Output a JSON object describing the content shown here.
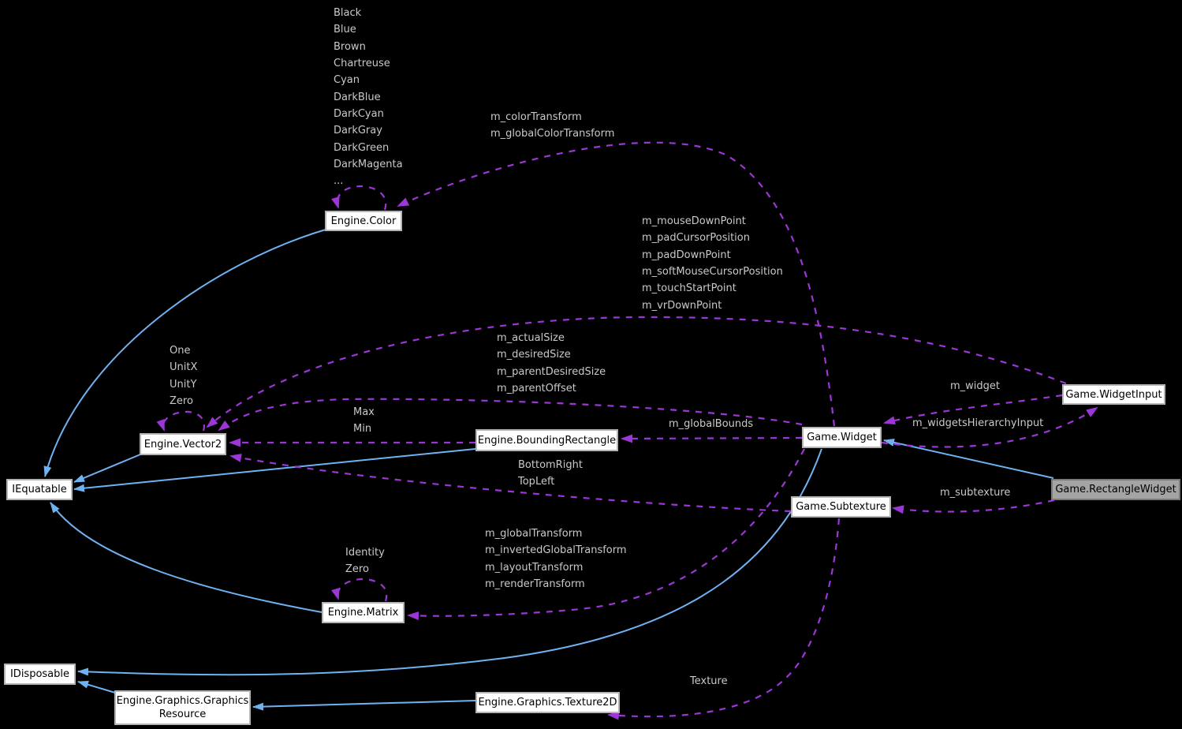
{
  "diagram": {
    "type": "doxygen-collaboration-graph",
    "selected_class": "Game.RectangleWidget",
    "colors": {
      "background": "#000000",
      "inheritance_edge": "#6fb2f2",
      "usage_edge": "#9c36d6",
      "edge_label_text": "#c9c9c9",
      "node_fill": "#ffffff",
      "node_border": "#b4b4b4",
      "selected_node_fill": "#a4a4a4",
      "node_text": "#000000"
    },
    "nodes": {
      "engine_color": "Engine.Color",
      "engine_vector2": "Engine.Vector2",
      "iequatable": "IEquatable",
      "engine_boundingrectangle": "Engine.BoundingRectangle",
      "game_widget": "Game.Widget",
      "game_widgetinput": "Game.WidgetInput",
      "game_rectanglewidget": "Game.RectangleWidget",
      "game_subtexture": "Game.Subtexture",
      "engine_matrix": "Engine.Matrix",
      "idisposable": "IDisposable",
      "engine_graphics_graphicsresource_lines": [
        "Engine.Graphics.Graphics",
        "Resource"
      ],
      "engine_graphics_texture2d": "Engine.Graphics.Texture2D"
    },
    "edge_labels": {
      "color_statics": [
        "Black",
        "Blue",
        "Brown",
        "Chartreuse",
        "Cyan",
        "DarkBlue",
        "DarkCyan",
        "DarkGray",
        "DarkGreen",
        "DarkMagenta",
        "..."
      ],
      "widget_color_members": [
        "m_colorTransform",
        "m_globalColorTransform"
      ],
      "widgetinput_vector_members": [
        "m_mouseDownPoint",
        "m_padCursorPosition",
        "m_padDownPoint",
        "m_softMouseCursorPosition",
        "m_touchStartPoint",
        "m_vrDownPoint"
      ],
      "widget_size_members": [
        "m_actualSize",
        "m_desiredSize",
        "m_parentDesiredSize",
        "m_parentOffset"
      ],
      "vector2_statics": [
        "One",
        "UnitX",
        "UnitY",
        "Zero"
      ],
      "boundingrectangle_members": [
        "Max",
        "Min"
      ],
      "widget_bounds_member": [
        "m_globalBounds"
      ],
      "subtexture_corner_members": [
        "BottomRight",
        "TopLeft"
      ],
      "widgetinput_widget_member": [
        "m_widget"
      ],
      "widget_hierarchyinput_member": [
        "m_widgetsHierarchyInput"
      ],
      "rectanglewidget_subtexture_member": [
        "m_subtexture"
      ],
      "matrix_statics": [
        "Identity",
        "Zero"
      ],
      "widget_matrix_members": [
        "m_globalTransform",
        "m_invertedGlobalTransform",
        "m_layoutTransform",
        "m_renderTransform"
      ],
      "subtexture_texture_member": [
        "Texture"
      ]
    }
  }
}
